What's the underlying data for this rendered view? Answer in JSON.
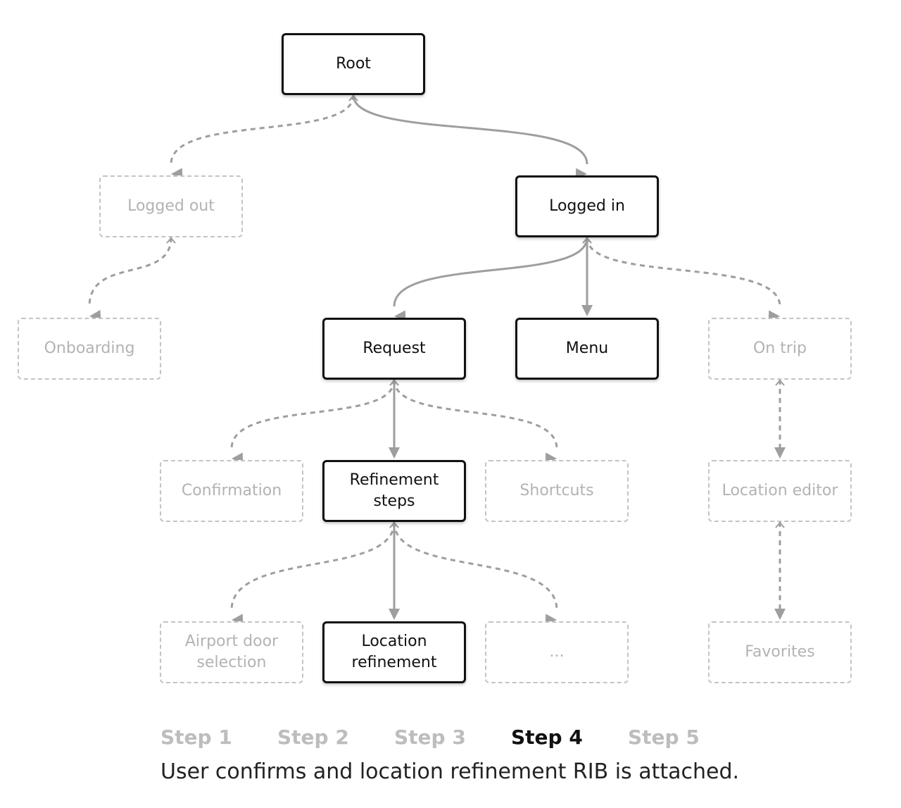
{
  "nodes": {
    "root": {
      "label": "Root",
      "state": "active"
    },
    "logged_out": {
      "label": "Logged out",
      "state": "inactive"
    },
    "logged_in": {
      "label": "Logged in",
      "state": "active"
    },
    "onboarding": {
      "label": "Onboarding",
      "state": "inactive"
    },
    "request": {
      "label": "Request",
      "state": "active"
    },
    "menu": {
      "label": "Menu",
      "state": "active"
    },
    "on_trip": {
      "label": "On trip",
      "state": "inactive"
    },
    "confirmation": {
      "label": "Confirmation",
      "state": "inactive"
    },
    "refinement_steps": {
      "label": "Refinement\nsteps",
      "state": "active"
    },
    "shortcuts": {
      "label": "Shortcuts",
      "state": "inactive"
    },
    "location_editor": {
      "label": "Location editor",
      "state": "inactive"
    },
    "airport_door_selection": {
      "label": "Airport door\nselection",
      "state": "inactive"
    },
    "location_refinement": {
      "label": "Location\nrefinement",
      "state": "active"
    },
    "more": {
      "label": "...",
      "state": "inactive"
    },
    "favorites": {
      "label": "Favorites",
      "state": "inactive"
    }
  },
  "edges": [
    {
      "from": "root",
      "to": "logged_out",
      "style": "dashed"
    },
    {
      "from": "root",
      "to": "logged_in",
      "style": "solid"
    },
    {
      "from": "logged_out",
      "to": "onboarding",
      "style": "dashed"
    },
    {
      "from": "logged_in",
      "to": "request",
      "style": "solid"
    },
    {
      "from": "logged_in",
      "to": "menu",
      "style": "solid"
    },
    {
      "from": "logged_in",
      "to": "on_trip",
      "style": "dashed"
    },
    {
      "from": "request",
      "to": "confirmation",
      "style": "dashed"
    },
    {
      "from": "request",
      "to": "refinement_steps",
      "style": "solid"
    },
    {
      "from": "request",
      "to": "shortcuts",
      "style": "dashed"
    },
    {
      "from": "on_trip",
      "to": "location_editor",
      "style": "dashed"
    },
    {
      "from": "refinement_steps",
      "to": "airport_door_selection",
      "style": "dashed"
    },
    {
      "from": "refinement_steps",
      "to": "location_refinement",
      "style": "solid"
    },
    {
      "from": "refinement_steps",
      "to": "more",
      "style": "dashed"
    },
    {
      "from": "location_editor",
      "to": "favorites",
      "style": "dashed"
    }
  ],
  "steps": [
    {
      "label": "Step 1",
      "current": false
    },
    {
      "label": "Step 2",
      "current": false
    },
    {
      "label": "Step 3",
      "current": false
    },
    {
      "label": "Step 4",
      "current": true
    },
    {
      "label": "Step 5",
      "current": false
    }
  ],
  "caption": "User confirms and location refinement RIB is attached.",
  "colors": {
    "active": "#111111",
    "inactive": "#c4c4c4",
    "edge": "#9e9e9e",
    "step_inactive": "#bdbdbd"
  }
}
